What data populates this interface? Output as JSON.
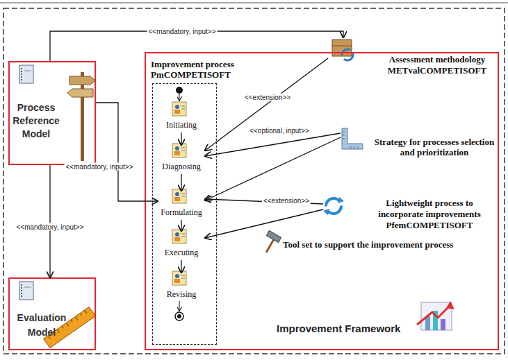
{
  "diagram": {
    "nodes": [
      {
        "text": [
          "Process Reference Model"
        ]
      },
      {
        "text": [
          "Evaluation Model"
        ]
      },
      {
        "text": [
          "Improvement Framework"
        ]
      },
      {
        "text": [
          "Improvement process PmCOMPETISOFT"
        ],
        "in": 2
      },
      {
        "text": [
          "Initiating"
        ],
        "in": 3
      },
      {
        "text": [
          "Diagnosing"
        ],
        "in": 3
      },
      {
        "text": [
          "Formulating"
        ],
        "in": 3
      },
      {
        "text": [
          "Executing"
        ],
        "in": 3
      },
      {
        "text": [
          "Revising"
        ],
        "in": 3
      },
      {
        "text": [
          "Assessment methodology METvalCOMPETISOFT"
        ],
        "in": 2
      },
      {
        "text": [
          "Strategy for processes selection and prioritization"
        ],
        "in": 2
      },
      {
        "text": [
          "Lightweight process to incorporate improvements PfemCOMPETISOFT"
        ],
        "in": 2
      },
      {
        "text": [
          "Tool set to support the improvement process"
        ],
        "in": 2
      }
    ],
    "edges": [
      {
        "from": 0,
        "to": 9,
        "label": "<<mandatory, input>>",
        "arrow": "to"
      },
      {
        "from": 0,
        "to": 6,
        "label": "<<mandatory, input>>",
        "arrow": "to"
      },
      {
        "from": 0,
        "to": 1,
        "label": "<<mandatory, input>>",
        "arrow": "to"
      },
      {
        "from": 9,
        "to": 5,
        "label": "<<extension>>",
        "arrow": "to"
      },
      {
        "from": 10,
        "to": 5,
        "label": "<<optional, input>>",
        "arrow": "to"
      },
      {
        "from": 10,
        "to": 6,
        "arrow": "to"
      },
      {
        "from": 11,
        "to": 6,
        "label": "<<extension>>",
        "arrow": "to"
      },
      {
        "from": 11,
        "to": 7,
        "arrow": "to"
      },
      {
        "from": 4,
        "to": 5,
        "arrow": "to"
      },
      {
        "from": 5,
        "to": 6,
        "arrow": "to"
      },
      {
        "from": 6,
        "to": 7,
        "arrow": "to"
      },
      {
        "from": 7,
        "to": 8,
        "arrow": "to"
      }
    ]
  }
}
